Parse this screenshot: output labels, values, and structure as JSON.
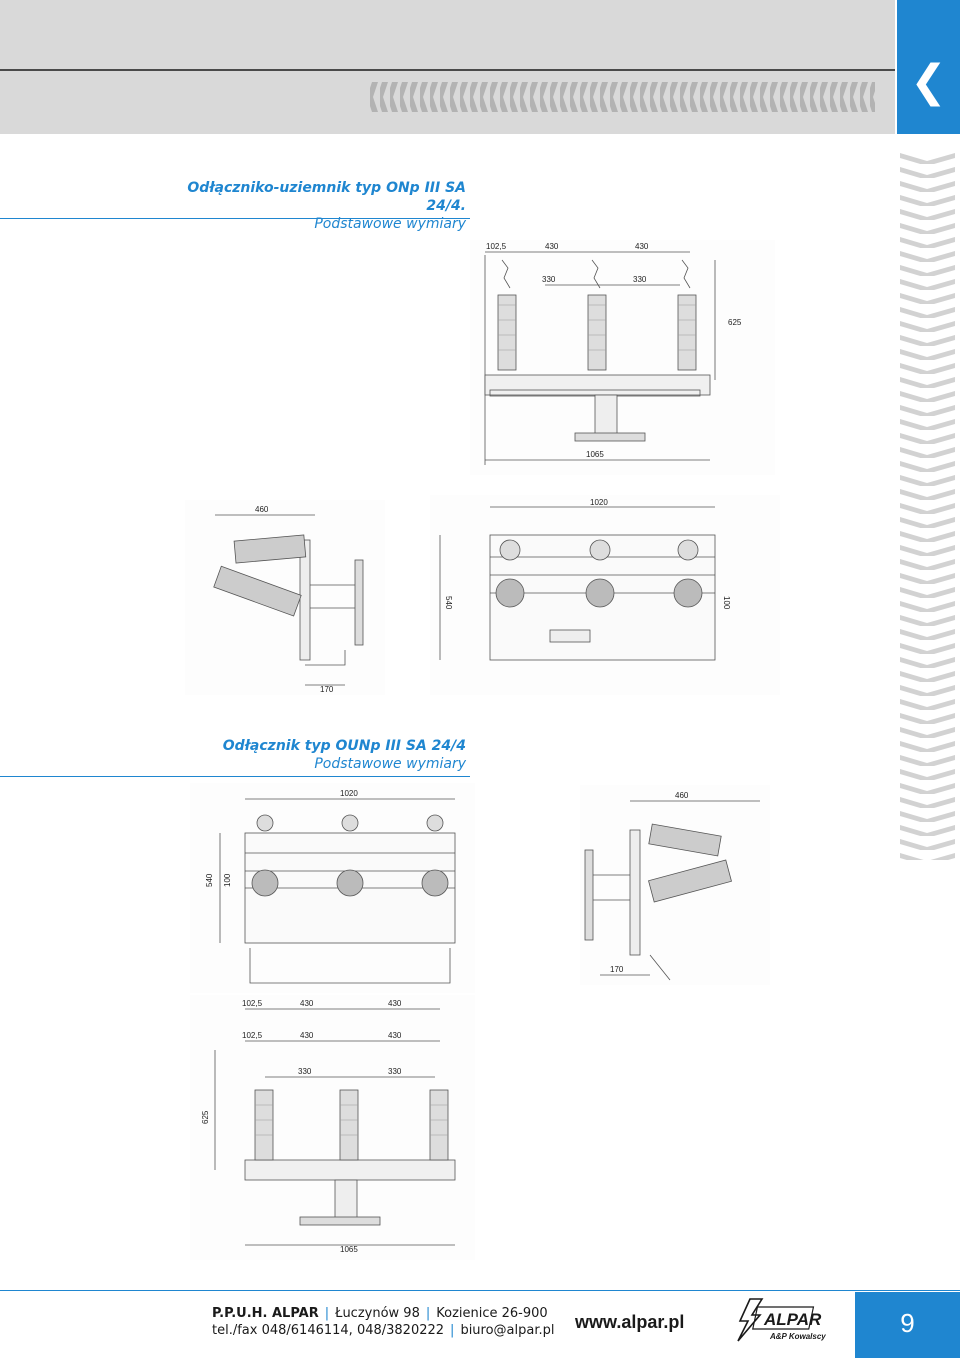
{
  "header": {
    "back_icon": "chevron-left-icon",
    "back_glyph": "❮",
    "accent": "#1f86d0"
  },
  "section1": {
    "title_line1": "Odłącznik​o-uziemnik typ ONp III SA 24/4.",
    "title_line2": "Podstawowe wymiary",
    "front_view": {
      "dims": [
        "102,5",
        "430",
        "430",
        "330",
        "330",
        "625",
        "1065"
      ]
    },
    "side_view": {
      "dims": [
        "460",
        "170"
      ]
    },
    "top_view": {
      "dims": [
        "1020",
        "540",
        "100"
      ]
    }
  },
  "section2": {
    "title_line1": "Odłącznik typ OUNp III SA 24/4",
    "title_line2": "Podstawowe wymiary",
    "top_view": {
      "dims": [
        "1020",
        "540",
        "100"
      ]
    },
    "side_view": {
      "dims": [
        "460",
        "170"
      ]
    },
    "front_view": {
      "dims": [
        "102,5",
        "430",
        "430",
        "102,5",
        "430",
        "430",
        "330",
        "330",
        "625",
        "1065"
      ]
    }
  },
  "footer": {
    "company": "P.P.U.H. ALPAR",
    "street": "Łuczynów 98",
    "city": "Kozienice 26-900",
    "phone": "tel./fax 048/6146114, 048/3820222",
    "email": "biuro@alpar.pl",
    "website": "www.alpar.pl",
    "logo_word": "ALPAR",
    "logo_sub": "A&P Kowalscy",
    "page_number": "9"
  }
}
